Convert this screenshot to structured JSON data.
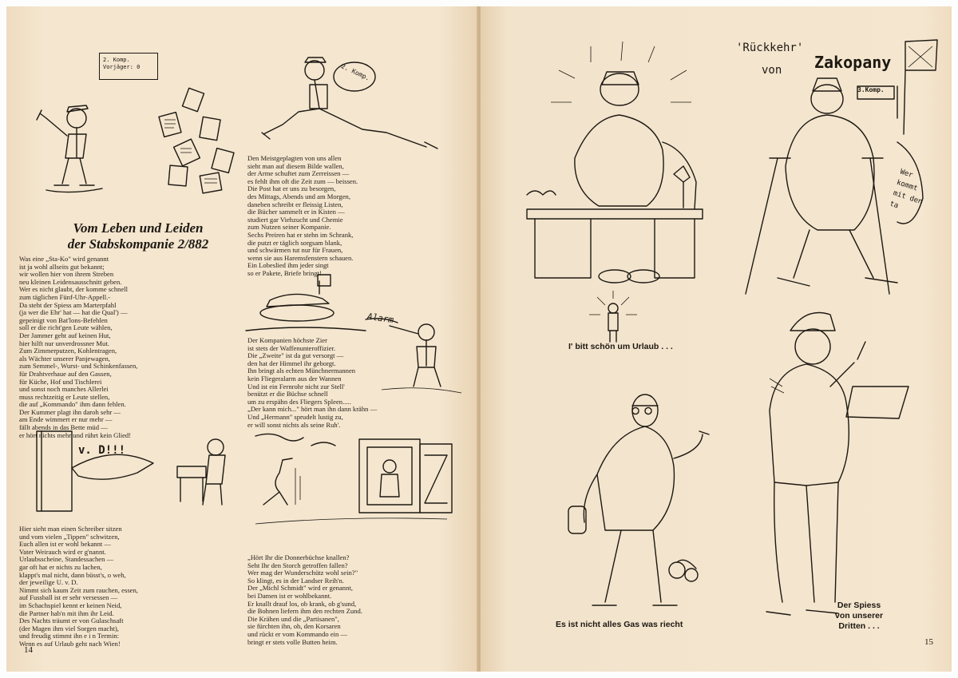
{
  "left_page": {
    "page_number": "14",
    "title_line1": "Vom Leben und Leiden",
    "title_line2": "der Stabskompanie 2/882",
    "sign_text": "2. Komp. Vorjäger: 0",
    "alarm_text": "Alarm",
    "bag_text": "2. Komp.",
    "vd_text": "v. D!!!",
    "poem_intro": "Was eine „Sta-Ko\" wird genannt\nist ja wohl allseits gut bekannt;\nwir wollen hier von ihrem Streben\nneu kleinen Leidensausschnitt geben.\nWer es nicht glaubt, der komme schnell\nzum täglichen Fünf-Uhr-Appell.-\nDa steht der Spiess am Marterpfahl\n(ja wer die Ehr' hat — hat die Qual') —\ngepeinigt von Bat'lons-Befehlen\nsoll er die richt'gen Leute wählen,\nDer Jammer geht auf keinen Hut,\nhier hilft nur unverdrossner Mut.\nZum Zimmerputzen, Kohlentragen,\nals Wächter unserer Panjewagen,\nzum Semmel-, Wurst- und Schinkenfassen,\nfür Drahtverhaue auf den Gassen,\nfür Küche, Hof und Tischlerei\nund sonst noch manches Allerlei\nmuss rechtzeitig er Leute stellen,\ndie auf „Kommando\" ihm dann fehlen.\nDer Kummer plagt ihn daroh sehr —\nam Ende wimmert er nur mehr —\nfällt abends in das Bette müd —\ner hört nichts mehr und rührt kein Glied!",
    "poem_post": "Den Meistgeplagten von uns allen\nsieht man auf diesem Bilde wallen,\nder Arme schuftet zum Zerreissen —\nes fehlt ihm oft die Zeit zum — beissen.\nDie Post hat er uns zu besorgen,\ndes Mittags, Abends und am Morgen,\ndaneben schreibt er fleissig Listen,\ndie Bücher sammelt er in Kisten —\nstudiert gar Viehzucht und Chemie\nzum Nutzen seiner Kompanie.\nSechs Preiren hat er stehn im Schrank,\ndie putzt er täglich sorgsam blank,\nund schwärmen tut nur für Frauen,\nwenn sie aus Haremsfenstern schauen.\nEin Lobeslied ihm jeder singt\nso er Pakete, Briefe bringt!",
    "poem_waffen": "Der Kompanien höchste Zier\nist stets der Waffenunteroffizier.\nDie „Zweite\" ist da gut versorgt —\nden hat der Himmel ihr geborgt.\nIhn bringt als echten Münchnermannen\nkein Fliegeralarm aus der Wannen\nUnd ist ein Fernrohr nicht zur Stell'\nbenützt er die Büchse schnell\num zu erspähn des Fliegers Spleen.....\n„Der kann mich...\" hört man ihn dann krähn —\nUnd „Hermann\" sprudelt lustig zu,\ner will sonst nichts als seine Ruh'.",
    "poem_schreiber": "Hier sieht man einen Schreiber sitzen\nund vom vielen „Tippen\" schwitzen,\nEuch allen ist er wohl bekannt —\nVater Weirauch wird er g'nannt.\nUrlaubsscheine, Standessachen —\ngar oft hat er nichts zu lachen,\nklappt's mal nicht, dann büsst's, o weh,\nder jeweilige U. v. D.\nNimmt sich kaum Zeit zum rauchen, essen,\nauf Fussball ist er sehr versessen —\nim Schachspiel kennt er keinen Neid,\ndie Partner hab'n mit ihm ihr Leid.\nDes Nachts träumt er von Gulaschsaft\n(der Magen ihm viel Sorgen macht),\nund freudig stimmt ihn e i n Termin:\nWenn es auf Urlaub geht nach Wien!",
    "poem_donner": "„Hört Ihr die Donnerbüchse knallen?\nSeht Ihr den Storch getroffen fallen?\nWer mag der Wunderschütz wohl sein?\"\nSo klingt, es in der Landser Reih'n.\nDer „Michl Schmidt\" wird er genannt,\nbei Damen ist er wohlbekannt.\nEr knallt drauf los, ob krank, ob g'sund,\ndie Bohnen liefern ihm den rechten Zund.\nDie Krähen und die „Partisanen\",\nsie fürchten ihn, oh, den Korsaren\nund rückt er vom Kommando ein —\nbringt er stets volle Butten heim."
  },
  "right_page": {
    "page_number": "15",
    "header_handwritten_1": "'Rückkehr'",
    "header_handwritten_2": "von",
    "header_handwritten_3": "Zakopany",
    "sign_3komp": "3.Komp.",
    "bag_text": "Wer kommt mit den ta",
    "caption_urlaub": "I' bitt schön um Urlaub . . .",
    "caption_gas": "Es ist nicht alles Gas was riecht",
    "caption_spiess": "Der Spiess\nvon unserer\nDritten . . ."
  }
}
